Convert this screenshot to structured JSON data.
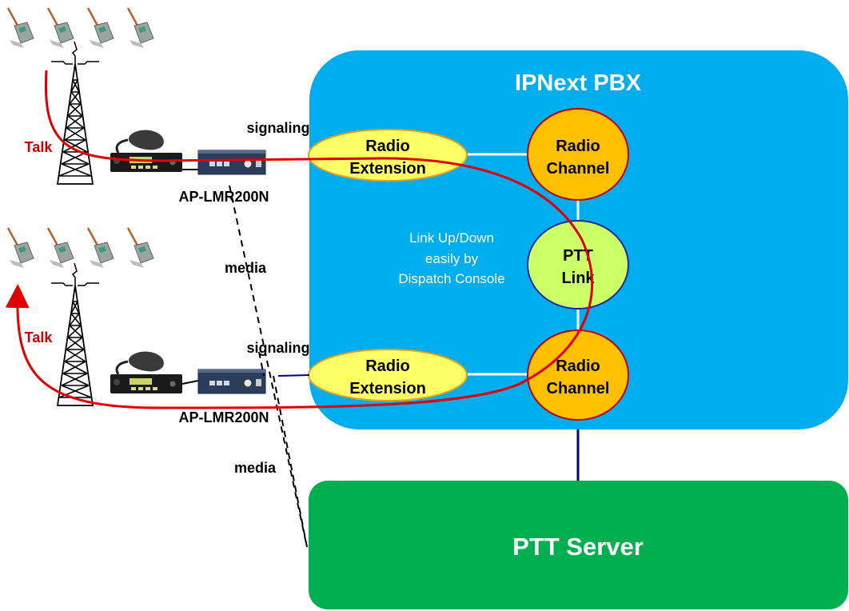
{
  "pbx": {
    "title": "IPNext PBX",
    "fill": "#00adef",
    "note_lines": [
      "Link Up/Down",
      "easily by",
      "Dispatch Console"
    ]
  },
  "ptt_server": {
    "label": "PTT Server",
    "fill": "#00b050"
  },
  "nodes": {
    "radio_extension_1": {
      "line1": "Radio",
      "line2": "Extension"
    },
    "radio_extension_2": {
      "line1": "Radio",
      "line2": "Extension"
    },
    "radio_channel_1": {
      "line1": "Radio",
      "line2": "Channel"
    },
    "radio_channel_2": {
      "line1": "Radio",
      "line2": "Channel"
    },
    "ptt_link": {
      "line1": "PTT",
      "line2": "Link"
    }
  },
  "gateways": [
    {
      "model": "AP-LMR200N",
      "signaling_label": "signaling",
      "media_label": "media",
      "talk_label": "Talk"
    },
    {
      "model": "AP-LMR200N",
      "signaling_label": "signaling",
      "media_label": "media",
      "talk_label": "Talk"
    }
  ],
  "colors": {
    "extension_fill": "#ffff66",
    "channel_fill": "#ffc000",
    "link_fill": "#ccff66",
    "talk_path": "#e00000",
    "signaling_line": "#00008b"
  }
}
